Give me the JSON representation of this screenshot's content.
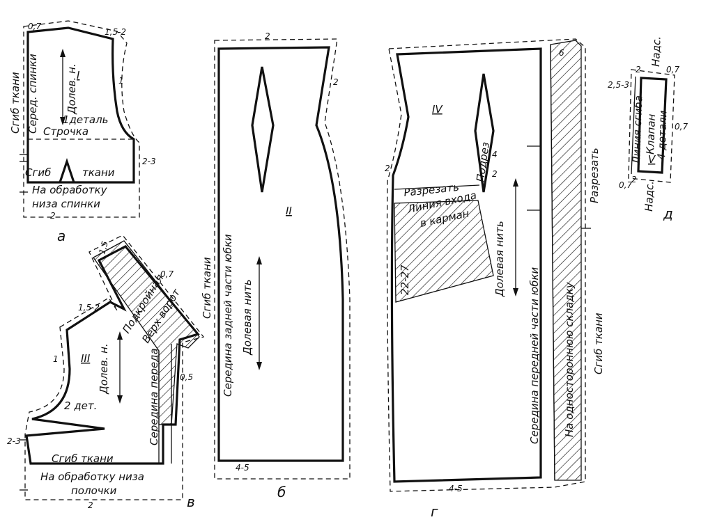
{
  "panels": {
    "a": {
      "caption": "а",
      "roman": "I",
      "labels": {
        "fold": "Сгиб ткани",
        "center_back": "Серед. спинки",
        "grain": "Долев. н.",
        "count": "1деталь",
        "stitch": "Строчка",
        "fold2_left": "Сгиб",
        "fold2_right": "ткани",
        "hem1": "На обработку",
        "hem2": "низа спинки"
      },
      "allowances": {
        "top_left": "0,7",
        "top_right": "1,5-2",
        "side": "1",
        "bottom_side": "2-3",
        "bottom": "2"
      }
    },
    "b": {
      "caption": "б",
      "roman": "II",
      "labels": {
        "fold": "Сгиб ткани",
        "center": "Середина задней части юбки",
        "grain": "Долевая нить"
      },
      "allowances": {
        "top": "2",
        "side": "2",
        "hem": "4-5"
      }
    },
    "v": {
      "caption": "в",
      "roman": "III",
      "labels": {
        "grain": "Долев. н.",
        "count": "2 дет.",
        "center_front": "Середина переда",
        "fold": "Сгиб ткани",
        "hem1": "На обработку низа",
        "hem2": "полочки",
        "collar1": "Подкройная",
        "collar2": "Верх ворот"
      },
      "allowances": {
        "shoulder": "1,5-2",
        "armhole": "1",
        "collar_top": "1,5",
        "collar_side": "0,7",
        "front": "0,5",
        "side": "2-3",
        "bottom": "2"
      }
    },
    "g": {
      "caption": "г",
      "roman": "IV",
      "labels": {
        "cut": "Разрезать",
        "trim": "Подрез",
        "pocket1": "Линия входа",
        "pocket2": "в карман",
        "grain": "Долевая нить",
        "center": "Середина передней части юбки",
        "pleat": "На одностороннюю складку",
        "fold": "Сгиб ткани",
        "cut_side": "Разрезать",
        "range": "22-27"
      },
      "allowances": {
        "top": "6",
        "side": "2",
        "hem": "4-5",
        "dart_top": "4",
        "dart_bottom": "2"
      }
    },
    "d": {
      "caption": "д",
      "roman": "V",
      "labels": {
        "flap": "Клапан",
        "count": "4 детали",
        "fold_line": "Линия сгиба",
        "nadr_top": "Надс.",
        "nadr_bottom": "Надс."
      },
      "allowances": {
        "left": "2,5-3",
        "top": "2",
        "right_top": "0,7",
        "right": "0,7",
        "bottom_left": "0,7",
        "bottom": "2"
      }
    }
  }
}
